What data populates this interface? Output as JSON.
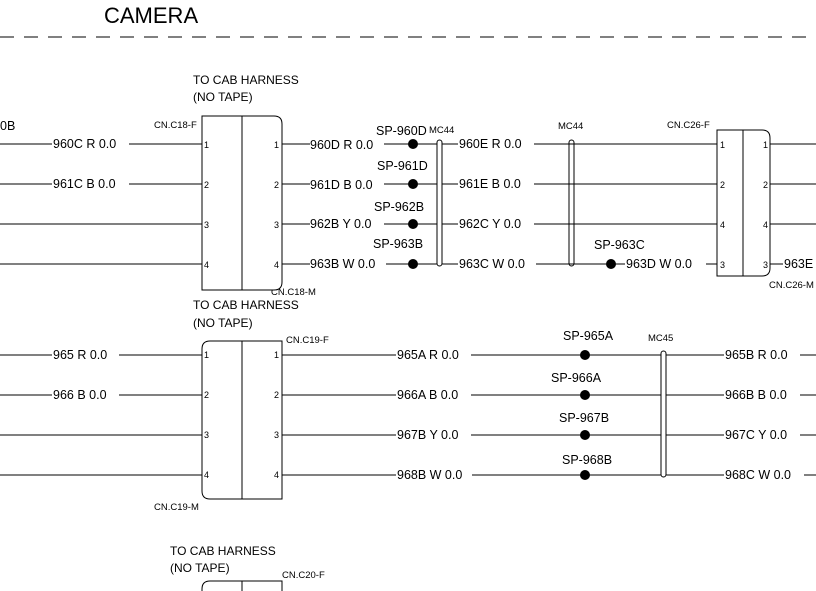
{
  "title": "CAMERA",
  "headers": [
    {
      "line1": "TO CAB HARNESS",
      "line2": "(NO TAPE)"
    },
    {
      "line1": "TO CAB HARNESS",
      "line2": "(NO TAPE)"
    },
    {
      "line1": "TO CAB HARNESS",
      "line2": "(NO TAPE)"
    }
  ],
  "connectors": {
    "c18f": "CN.C18-F",
    "c18m": "CN.C18-M",
    "c26f": "CN.C26-F",
    "c26m": "CN.C26-M",
    "c19f": "CN.C19-F",
    "c19m": "CN.C19-M",
    "c20f": "CN.C20-F"
  },
  "partial_left_label": "0B",
  "section1": {
    "left_pins": [
      "1",
      "2",
      "3",
      "4"
    ],
    "right_pins": [
      "1",
      "2",
      "3",
      "4"
    ],
    "c26_left_pins": [
      "1",
      "2",
      "4",
      "3"
    ],
    "c26_right_pins": [
      "1",
      "2",
      "4",
      "3"
    ],
    "wires_left": [
      {
        "label": "960C  R  0.0"
      },
      {
        "label": "961C  B  0.0"
      },
      {
        "label": ""
      },
      {
        "label": ""
      }
    ],
    "wires_mid": [
      {
        "label": "960D  R  0.0"
      },
      {
        "label": "961D  B  0.0"
      },
      {
        "label": "962B  Y  0.0"
      },
      {
        "label": "963B  W  0.0"
      }
    ],
    "splices_mid": [
      "SP-960D",
      "SP-961D",
      "SP-962B",
      "SP-963B"
    ],
    "wires_right": [
      {
        "label": "960E  R  0.0"
      },
      {
        "label": "961E  B  0.0"
      },
      {
        "label": "962C  Y  0.0"
      },
      {
        "label": "963C  W  0.0"
      }
    ],
    "clips": [
      "MC44",
      "MC44"
    ],
    "splice_extra": "SP-963C",
    "wire_extra": "963D  W  0.0",
    "far_right_partial": "963E"
  },
  "section2": {
    "left_pins": [
      "1",
      "2",
      "3",
      "4"
    ],
    "right_pins": [
      "1",
      "2",
      "3",
      "4"
    ],
    "wires_left": [
      {
        "label": "965  R  0.0"
      },
      {
        "label": "966  B  0.0"
      },
      {
        "label": ""
      },
      {
        "label": ""
      }
    ],
    "wires_mid": [
      {
        "label": "965A  R  0.0"
      },
      {
        "label": "966A  B  0.0"
      },
      {
        "label": "967B  Y  0.0"
      },
      {
        "label": "968B  W  0.0"
      }
    ],
    "splices": [
      "SP-965A",
      "SP-966A",
      "SP-967B",
      "SP-968B"
    ],
    "clip": "MC45",
    "wires_right": [
      {
        "label": "965B  R  0.0"
      },
      {
        "label": "966B  B  0.0"
      },
      {
        "label": "967C  Y  0.0"
      },
      {
        "label": "968C  W  0.0"
      }
    ]
  }
}
